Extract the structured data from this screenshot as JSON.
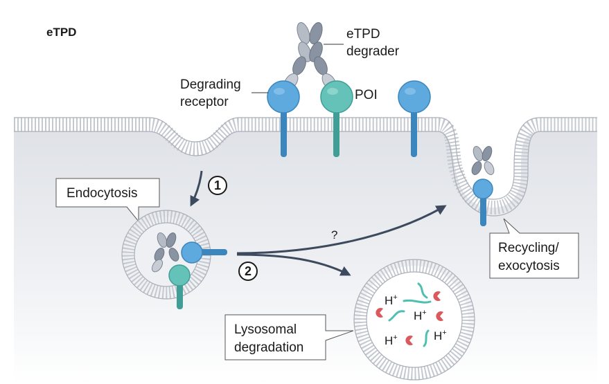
{
  "title": "eTPD",
  "labels": {
    "degrader": [
      "eTPD",
      "degrader"
    ],
    "receptor": [
      "Degrading",
      "receptor"
    ],
    "poi": "POI",
    "endocytosis": "Endocytosis",
    "recycling": [
      "Recycling/",
      "exocytosis"
    ],
    "lysosomal": [
      "Lysosomal",
      "degradation"
    ],
    "question": "?",
    "step1": "1",
    "step2": "2",
    "proton": "H",
    "proton_charge": "+"
  },
  "colors": {
    "receptor": "#5ea9dd",
    "receptor_dark": "#3b86bd",
    "poi": "#64c2b9",
    "poi_dark": "#3f9e95",
    "degrader": "#a8afbb",
    "degrader_dark": "#7c8594",
    "membrane": "#c4c8cf",
    "interior": "#e7e9ed",
    "arrow": "#3d4a5e",
    "fragment": "#4fbfb2",
    "enzyme": "#d9595d"
  }
}
